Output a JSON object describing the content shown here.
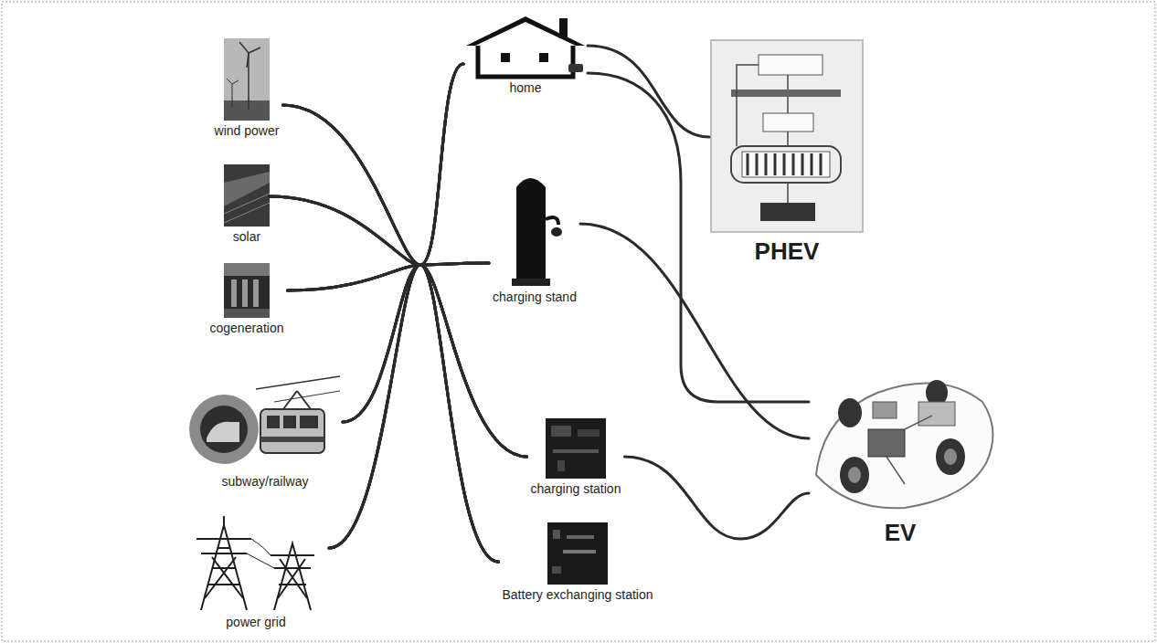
{
  "diagram": {
    "nodes": [
      {
        "text": [
          "wind power"
        ]
      },
      {
        "text": [
          "solar"
        ]
      },
      {
        "text": [
          "cogeneration"
        ]
      },
      {
        "text": [
          "subway/railway"
        ]
      },
      {
        "text": [
          "power grid"
        ]
      },
      {
        "text": [
          "home"
        ]
      },
      {
        "text": [
          "charging stand"
        ]
      },
      {
        "text": [
          "charging station"
        ]
      },
      {
        "text": [
          "Battery exchanging station"
        ]
      },
      {
        "text": [
          "PHEV"
        ]
      },
      {
        "text": [
          "EV"
        ]
      }
    ],
    "edges": [
      {
        "from": 0,
        "to": 5,
        "arrow": "none"
      },
      {
        "from": 0,
        "to": 6,
        "arrow": "none"
      },
      {
        "from": 0,
        "to": 7,
        "arrow": "none"
      },
      {
        "from": 0,
        "to": 8,
        "arrow": "none"
      },
      {
        "from": 1,
        "to": 5,
        "arrow": "none"
      },
      {
        "from": 1,
        "to": 6,
        "arrow": "none"
      },
      {
        "from": 1,
        "to": 7,
        "arrow": "none"
      },
      {
        "from": 1,
        "to": 8,
        "arrow": "none"
      },
      {
        "from": 2,
        "to": 5,
        "arrow": "none"
      },
      {
        "from": 2,
        "to": 6,
        "arrow": "none"
      },
      {
        "from": 2,
        "to": 7,
        "arrow": "none"
      },
      {
        "from": 2,
        "to": 8,
        "arrow": "none"
      },
      {
        "from": 3,
        "to": 5,
        "arrow": "none"
      },
      {
        "from": 3,
        "to": 6,
        "arrow": "none"
      },
      {
        "from": 3,
        "to": 7,
        "arrow": "none"
      },
      {
        "from": 3,
        "to": 8,
        "arrow": "none"
      },
      {
        "from": 4,
        "to": 5,
        "arrow": "none"
      },
      {
        "from": 4,
        "to": 6,
        "arrow": "none"
      },
      {
        "from": 4,
        "to": 7,
        "arrow": "none"
      },
      {
        "from": 4,
        "to": 8,
        "arrow": "none"
      },
      {
        "from": 5,
        "to": 9,
        "arrow": "none"
      },
      {
        "from": 5,
        "to": 10,
        "arrow": "none"
      },
      {
        "from": 6,
        "to": 10,
        "arrow": "none"
      },
      {
        "from": 7,
        "to": 10,
        "arrow": "none"
      }
    ]
  }
}
